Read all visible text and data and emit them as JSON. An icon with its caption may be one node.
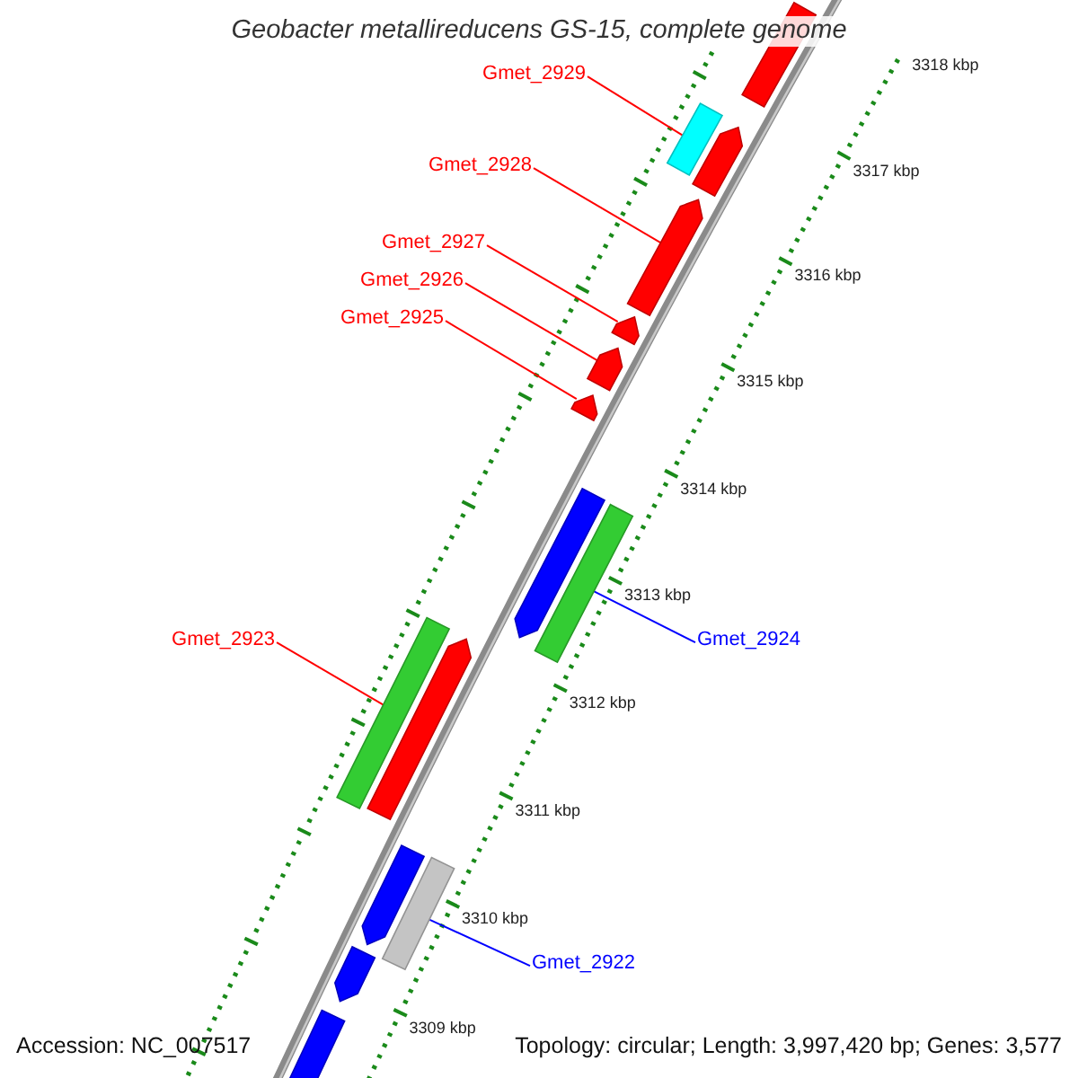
{
  "diagram": {
    "title": "Geobacter metallireducens GS-15, complete genome",
    "nodes": [
      {
        "text": [
          "Gmet_2929"
        ]
      },
      {
        "text": [
          "Gmet_2928"
        ]
      },
      {
        "text": [
          "Gmet_2927"
        ]
      },
      {
        "text": [
          "Gmet_2926"
        ]
      },
      {
        "text": [
          "Gmet_2925"
        ]
      },
      {
        "text": [
          "Gmet_2923"
        ]
      },
      {
        "text": [
          "Gmet_2924"
        ]
      },
      {
        "text": [
          "Gmet_2922"
        ]
      },
      {
        "text": [],
        "shape": "arrow"
      },
      {
        "text": [],
        "shape": "box"
      },
      {
        "text": [],
        "shape": "arrow"
      },
      {
        "text": [],
        "shape": "arrow"
      },
      {
        "text": [],
        "shape": "arrow"
      },
      {
        "text": [],
        "shape": "arrow"
      },
      {
        "text": [],
        "shape": "arrow"
      },
      {
        "text": [],
        "shape": "arrow"
      },
      {
        "text": [],
        "shape": "box"
      },
      {
        "text": [],
        "shape": "box"
      },
      {
        "text": [],
        "shape": "arrow"
      },
      {
        "text": [],
        "shape": "arrow"
      },
      {
        "text": [],
        "shape": "box"
      },
      {
        "text": [],
        "shape": "arrow"
      },
      {
        "text": [],
        "shape": "arrow"
      }
    ],
    "edges": [
      {
        "from": 0,
        "to": 9,
        "arrow": "none"
      },
      {
        "from": 1,
        "to": 11,
        "arrow": "none"
      },
      {
        "from": 2,
        "to": 12,
        "arrow": "none"
      },
      {
        "from": 3,
        "to": 13,
        "arrow": "none"
      },
      {
        "from": 4,
        "to": 14,
        "arrow": "none"
      },
      {
        "from": 5,
        "to": 17,
        "arrow": "none"
      },
      {
        "from": 6,
        "to": 16,
        "arrow": "none",
        "color": "#0000ff"
      },
      {
        "from": 7,
        "to": 20,
        "arrow": "none",
        "color": "#0000ff"
      }
    ],
    "labels": [
      "3318 kbp",
      "3317 kbp",
      "3316 kbp",
      "3315 kbp",
      "3314 kbp",
      "3313 kbp",
      "3312 kbp",
      "3311 kbp",
      "3310 kbp",
      "3309 kbp",
      "Accession: NC_007517",
      "Topology: circular; Length: 3,997,420 bp; Genes: 3,577"
    ]
  }
}
